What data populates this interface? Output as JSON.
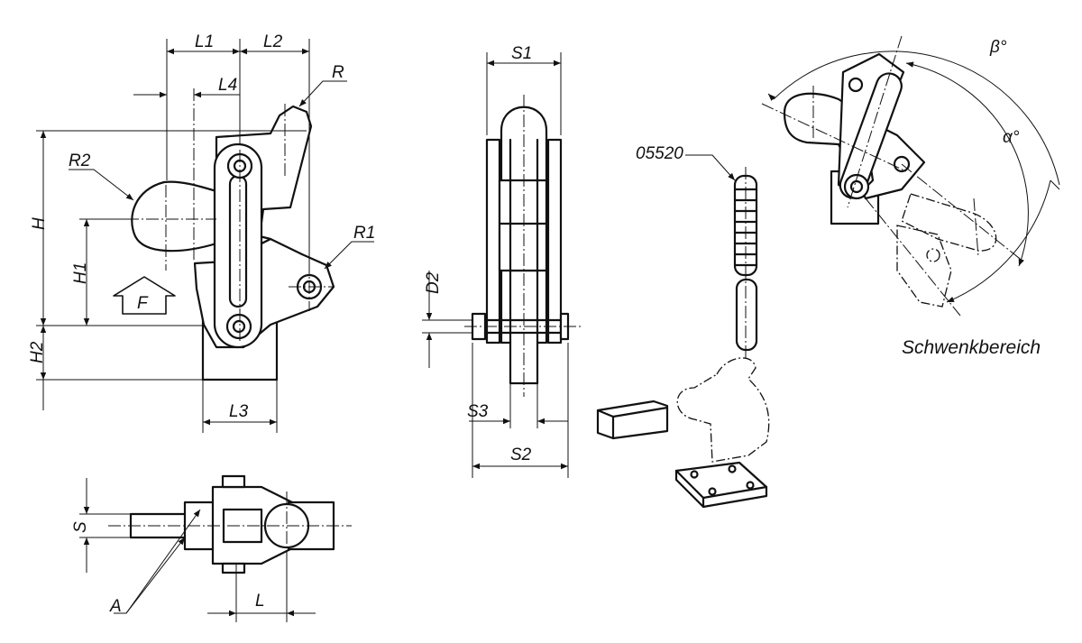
{
  "labels": {
    "L1": "L1",
    "L2": "L2",
    "L4": "L4",
    "R": "R",
    "R1": "R1",
    "R2": "R2",
    "H": "H",
    "H1": "H1",
    "H2": "H2",
    "L3": "L3",
    "F": "F",
    "S1": "S1",
    "S2": "S2",
    "S3": "S3",
    "D2": "D2",
    "S": "S",
    "A": "A",
    "L": "L",
    "part_number": "05520",
    "beta": "β°",
    "alpha": "α°",
    "swivel_range": "Schwenkbereich"
  }
}
